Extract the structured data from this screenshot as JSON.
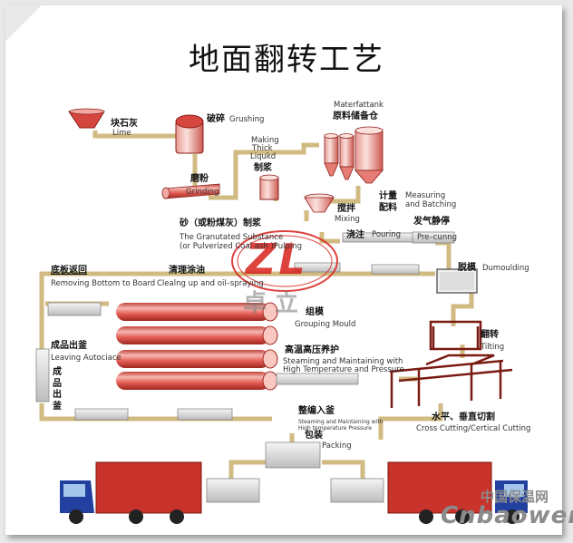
{
  "title": "地面翻转工艺",
  "labels": {
    "lime_cn": "块石灰",
    "lime_en": "Lime",
    "crush_cn": "破碎",
    "crush_en": "Grushing",
    "material_en": "Materfattank",
    "material_cn": "原料储备仓",
    "grind_cn": "磨粉",
    "grind_en": "Grinding",
    "thick_en1": "Making",
    "thick_en2": "Thick",
    "thick_en3": "Liqukd",
    "thick_cn": "制浆",
    "mix_cn": "搅拌",
    "mix_en": "Mixing",
    "measure_cn1": "计量",
    "measure_cn2": "配料",
    "measure_en1": "Measuring",
    "measure_en2": "and Batching",
    "sand_cn": "砂（或粉煤灰）制浆",
    "sand_en1": "The Granutated Substance",
    "sand_en2": "(or Pulverized Coal ash )Pulping",
    "pour_cn": "浇注",
    "pour_en": "Pouring",
    "precure_cn": "发气静停",
    "precure_en": "Pre–cunng",
    "return_cn": "底板返回",
    "return_en": "Removing Bottom to Board",
    "clean_cn": "清理涂油",
    "clean_en": "Clealng up and oil–spraying",
    "demould_cn": "脱模",
    "demould_en": "Dumoulding",
    "group_cn": "组模",
    "group_en": "Grouping Mould",
    "leave_cn": "成品出釜",
    "leave_en": "Leaving Autociace",
    "leave_vert": "成品出釜",
    "tilt_cn": "翻转",
    "tilt_en": "Tilting",
    "steam_cn": "高温高压养护",
    "steam_en1": "Steaming and Maintaining with",
    "steam_en2": "High Temperature and Pressure",
    "enter_cn": "整编入釜",
    "enter_en1": "Steaming and Maintaining with",
    "enter_en2": "High temperature Pressure",
    "cut_cn": "水平、垂直切割",
    "cut_en": "Cross Cutting/Certical Cutting",
    "pack_cn": "包装",
    "pack_en": "Packing"
  },
  "watermark": {
    "logo": "ZL",
    "center_text": "卓  立",
    "brand_cn": "中国保温网",
    "brand_en": "Cnbaowen"
  },
  "colors": {
    "pipe": "#d1bb82",
    "autoclave": "#e8675f",
    "truck_cab": "#2240a0",
    "truck_box": "#c8332b",
    "logo": "#d9221c"
  }
}
